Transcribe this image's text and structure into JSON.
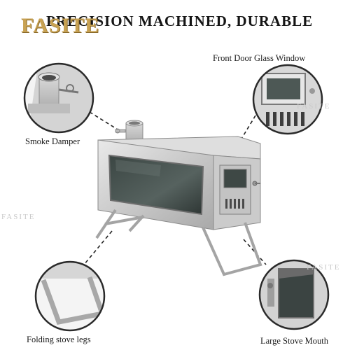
{
  "headline": "PRECISION MACHINED, DURABLE",
  "logo": "FASITE",
  "watermarks": [
    "FASITE",
    "FASITE",
    "FASITE"
  ],
  "callouts": {
    "front_door": "Front Door Glass Window",
    "smoke_damper": "Smoke Damper",
    "legs": "Folding stove legs",
    "mouth": "Large Stove Mouth"
  }
}
